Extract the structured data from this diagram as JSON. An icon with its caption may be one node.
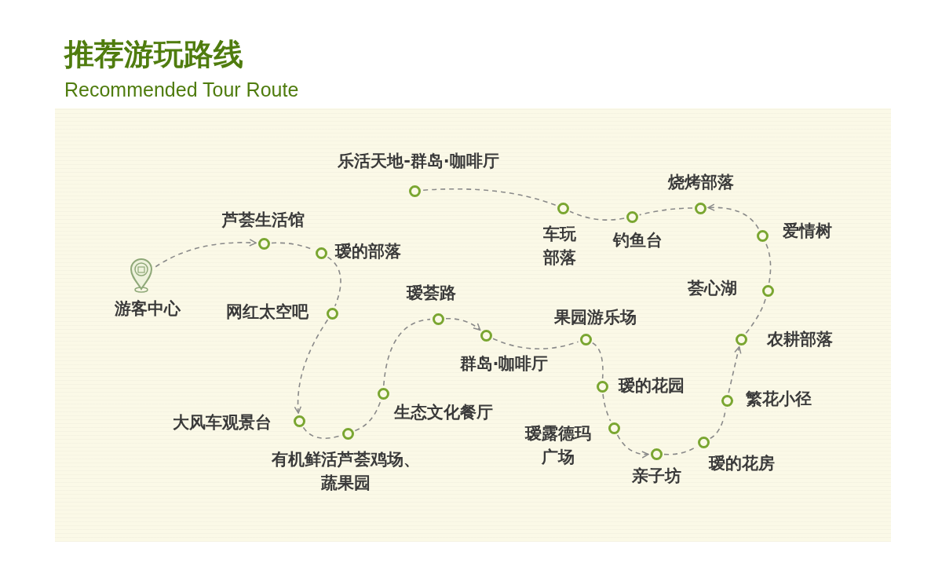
{
  "diagram": {
    "title": "推荐游玩路线",
    "labels": [
      "Recommended Tour Route"
    ],
    "nodes": [
      {
        "text": [],
        "shape": "picture",
        "beside": [
          "游客中心"
        ]
      },
      {
        "text": [],
        "shape": "circle",
        "beside": [
          "芦荟生活馆"
        ]
      },
      {
        "text": [],
        "shape": "circle",
        "beside": [
          "瑷的部落"
        ]
      },
      {
        "text": [],
        "shape": "circle",
        "beside": [
          "网红太空吧"
        ]
      },
      {
        "text": [],
        "shape": "circle",
        "beside": [
          "大风车观景台"
        ]
      },
      {
        "text": [],
        "shape": "circle",
        "beside": [
          "有机鲜活芦荟鸡场、蔬果园"
        ]
      },
      {
        "text": [],
        "shape": "circle",
        "beside": [
          "生态文化餐厅"
        ]
      },
      {
        "text": [],
        "shape": "circle",
        "beside": [
          "瑷荟路"
        ]
      },
      {
        "text": [],
        "shape": "circle",
        "beside": [
          "群岛·咖啡厅"
        ]
      },
      {
        "text": [],
        "shape": "circle",
        "beside": [
          "果园游乐场"
        ]
      },
      {
        "text": [],
        "shape": "circle",
        "beside": [
          "瑷的花园"
        ]
      },
      {
        "text": [],
        "shape": "circle",
        "beside": [
          "瑷露德玛广场"
        ]
      },
      {
        "text": [],
        "shape": "circle",
        "beside": [
          "亲子坊"
        ]
      },
      {
        "text": [],
        "shape": "circle",
        "beside": [
          "瑷的花房"
        ]
      },
      {
        "text": [],
        "shape": "circle",
        "beside": [
          "繁花小径"
        ]
      },
      {
        "text": [],
        "shape": "circle",
        "beside": [
          "农耕部落"
        ]
      },
      {
        "text": [],
        "shape": "circle",
        "beside": [
          "荟心湖"
        ]
      },
      {
        "text": [],
        "shape": "circle",
        "beside": [
          "爱情树"
        ]
      },
      {
        "text": [],
        "shape": "circle",
        "beside": [
          "烧烤部落"
        ]
      },
      {
        "text": [],
        "shape": "circle",
        "beside": [
          "钓鱼台"
        ]
      },
      {
        "text": [],
        "shape": "circle",
        "beside": [
          "车玩部落"
        ]
      },
      {
        "text": [],
        "shape": "circle",
        "beside": [
          "乐活天地-群岛·咖啡厅"
        ]
      }
    ],
    "edges": [
      {
        "from": 0,
        "to": 1,
        "arrow": "to"
      },
      {
        "from": 1,
        "to": 2,
        "arrow": "none"
      },
      {
        "from": 2,
        "to": 3,
        "arrow": "none"
      },
      {
        "from": 3,
        "to": 4,
        "arrow": "to"
      },
      {
        "from": 4,
        "to": 5,
        "arrow": "none"
      },
      {
        "from": 5,
        "to": 6,
        "arrow": "none"
      },
      {
        "from": 6,
        "to": 7,
        "arrow": "none"
      },
      {
        "from": 7,
        "to": 8,
        "arrow": "to"
      },
      {
        "from": 8,
        "to": 9,
        "arrow": "none"
      },
      {
        "from": 9,
        "to": 10,
        "arrow": "none"
      },
      {
        "from": 10,
        "to": 11,
        "arrow": "none"
      },
      {
        "from": 11,
        "to": 12,
        "arrow": "to"
      },
      {
        "from": 12,
        "to": 13,
        "arrow": "none"
      },
      {
        "from": 13,
        "to": 14,
        "arrow": "none"
      },
      {
        "from": 14,
        "to": 15,
        "arrow": "to"
      },
      {
        "from": 15,
        "to": 16,
        "arrow": "none"
      },
      {
        "from": 16,
        "to": 17,
        "arrow": "none"
      },
      {
        "from": 17,
        "to": 18,
        "arrow": "to"
      },
      {
        "from": 18,
        "to": 19,
        "arrow": "none"
      },
      {
        "from": 19,
        "to": 20,
        "arrow": "none"
      },
      {
        "from": 20,
        "to": 21,
        "arrow": "none"
      }
    ]
  }
}
